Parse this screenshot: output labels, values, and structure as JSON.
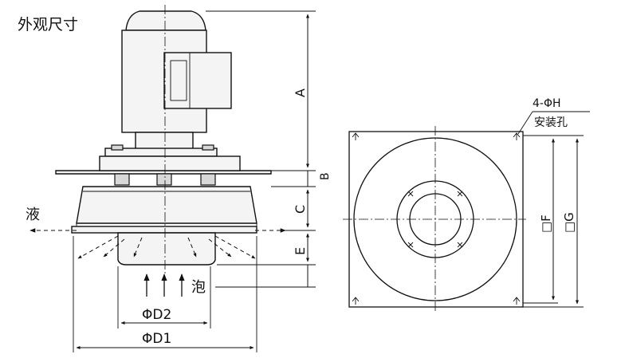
{
  "title": "外观尺寸",
  "side_view": {
    "labels": {
      "liquid": "液",
      "foam": "泡",
      "dim_a": "A",
      "dim_b": "B",
      "dim_c": "C",
      "dim_e": "E",
      "dim_d2": "ΦD2",
      "dim_d1": "ΦD1"
    }
  },
  "top_view": {
    "labels": {
      "hole_spec": "4-ΦH",
      "hole_note": "安装孔",
      "dim_f": "□F",
      "dim_g": "□G"
    }
  }
}
